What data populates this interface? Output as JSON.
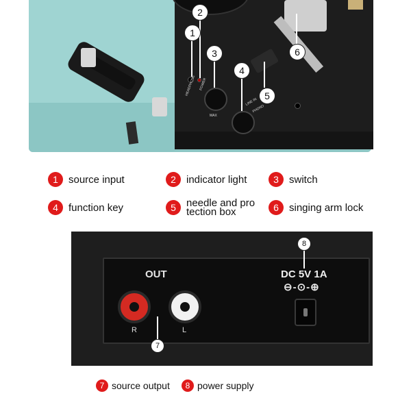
{
  "top_photo": {
    "panel_labels": {
      "headphone": "HEADPHONE",
      "power": "POWER",
      "max": "MAX",
      "line_in": "LINE IN",
      "phono": "PHONO"
    },
    "callouts": [
      "1",
      "2",
      "3",
      "4",
      "5",
      "6"
    ]
  },
  "legend": {
    "items": [
      {
        "num": "1",
        "label": "source input"
      },
      {
        "num": "2",
        "label": "indicator light"
      },
      {
        "num": "3",
        "label": "switch"
      },
      {
        "num": "4",
        "label": "function key"
      },
      {
        "num": "5",
        "label": "needle and pro tection box"
      },
      {
        "num": "6",
        "label": "singing arm lock"
      }
    ],
    "bottom_items": [
      {
        "num": "7",
        "label": "source output"
      },
      {
        "num": "8",
        "label": "power supply"
      }
    ]
  },
  "back_panel": {
    "out_label": "OUT",
    "right_label": "R",
    "left_label": "L",
    "dc_label": "DC 5V 1A",
    "polarity_symbol": "⊖-⊙-⊕",
    "callouts": [
      "7",
      "8"
    ]
  },
  "colors": {
    "badge_red": "#e01b1b",
    "case_teal": "#9fd4d2",
    "panel_black": "#1d1d1d",
    "rca_red": "#d42a22"
  }
}
